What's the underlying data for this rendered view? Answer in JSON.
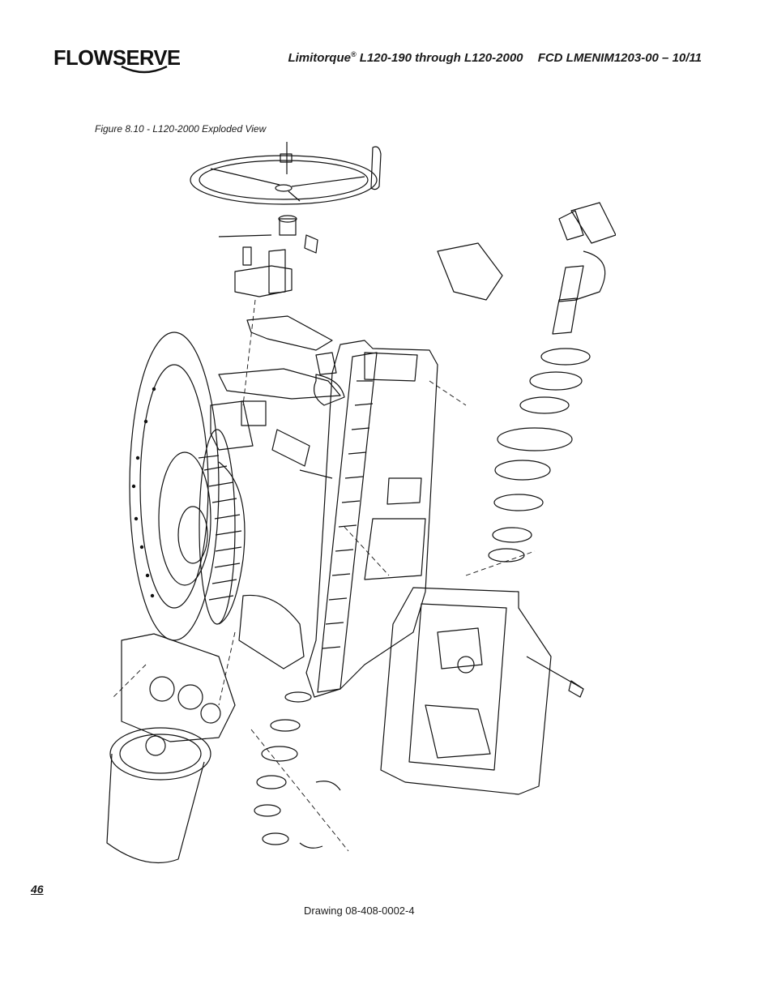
{
  "header": {
    "brand": "FLOWSERVE",
    "product": "Limitorque",
    "registered": "®",
    "model_range": "L120-190 through L120-2000",
    "document_code": "FCD LMENIM1203-00 – 10/11"
  },
  "figure": {
    "caption": "Figure 8.10 - L120-2000 Exploded View"
  },
  "footer": {
    "page_number": "46",
    "drawing_number": "Drawing 08-408-0002-4"
  }
}
